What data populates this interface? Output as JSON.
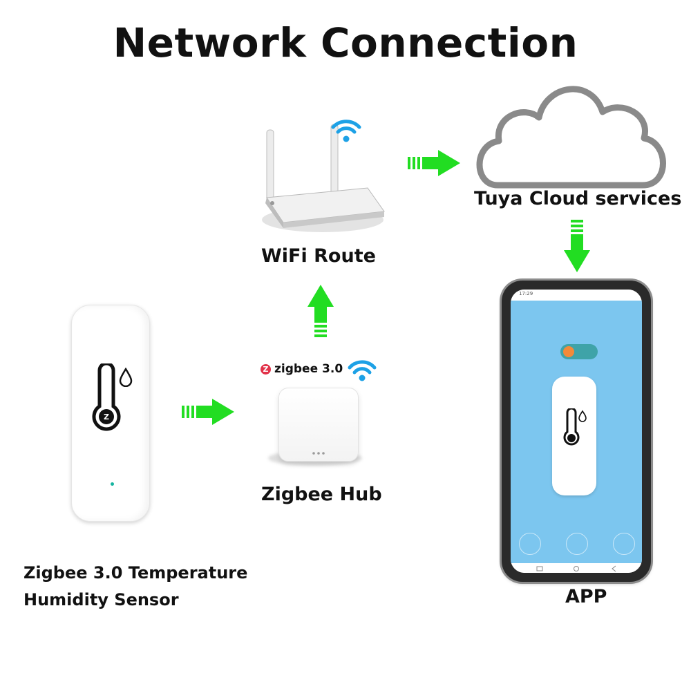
{
  "title": "Network Connection",
  "nodes": {
    "sensor": {
      "label_line1": "Zigbee 3.0 Temperature",
      "label_line2": "Humidity Sensor"
    },
    "hub": {
      "logo_text": "zigbee 3.0",
      "label": "Zigbee Hub"
    },
    "router": {
      "label": "WiFi Route"
    },
    "cloud": {
      "label": "Tuya Cloud services"
    },
    "app": {
      "label": "APP",
      "status_time": "17:29"
    }
  },
  "colors": {
    "arrow": "#22dd22",
    "wifi": "#1da1e6",
    "cloud_outline": "#8a8a8a",
    "zigbee_brand": "#e2334a",
    "app_screen": "#7cc6ef"
  },
  "icons": [
    "wifi-icon",
    "thermometer-icon",
    "droplet-icon",
    "zigbee-logo-icon",
    "cloud-icon",
    "router-icon",
    "arrow-right-icon",
    "arrow-up-icon",
    "arrow-down-icon"
  ]
}
